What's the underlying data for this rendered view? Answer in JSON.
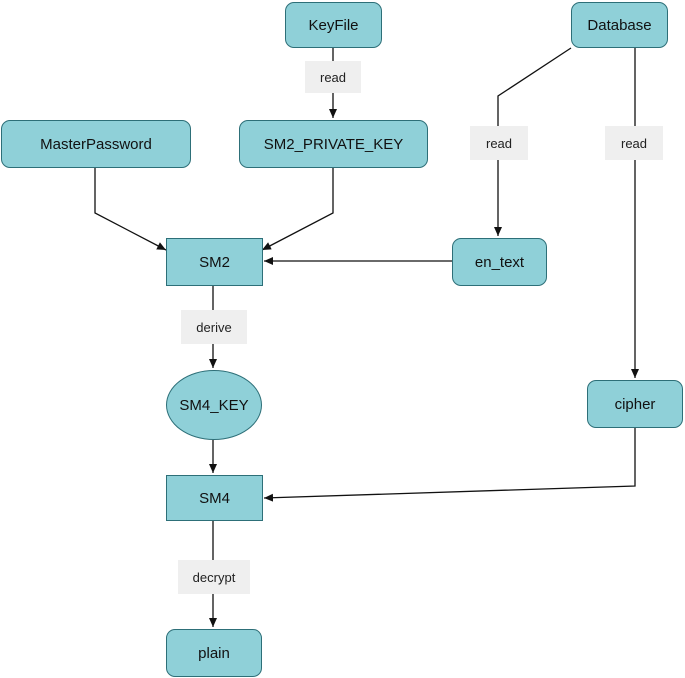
{
  "colors": {
    "node_fill": "#8fd0d8",
    "node_border": "#2d6f78",
    "edge": "#111111",
    "label_bg": "#efefef"
  },
  "nodes": {
    "keyfile": "KeyFile",
    "database": "Database",
    "master_password": "MasterPassword",
    "sm2_private_key": "SM2_PRIVATE_KEY",
    "sm2": "SM2",
    "en_text": "en_text",
    "sm4_key": "SM4_KEY",
    "cipher": "cipher",
    "sm4": "SM4",
    "plain": "plain"
  },
  "edge_labels": {
    "keyfile_read": "read",
    "db_read_en_text": "read",
    "db_read_cipher": "read",
    "derive": "derive",
    "decrypt": "decrypt"
  }
}
